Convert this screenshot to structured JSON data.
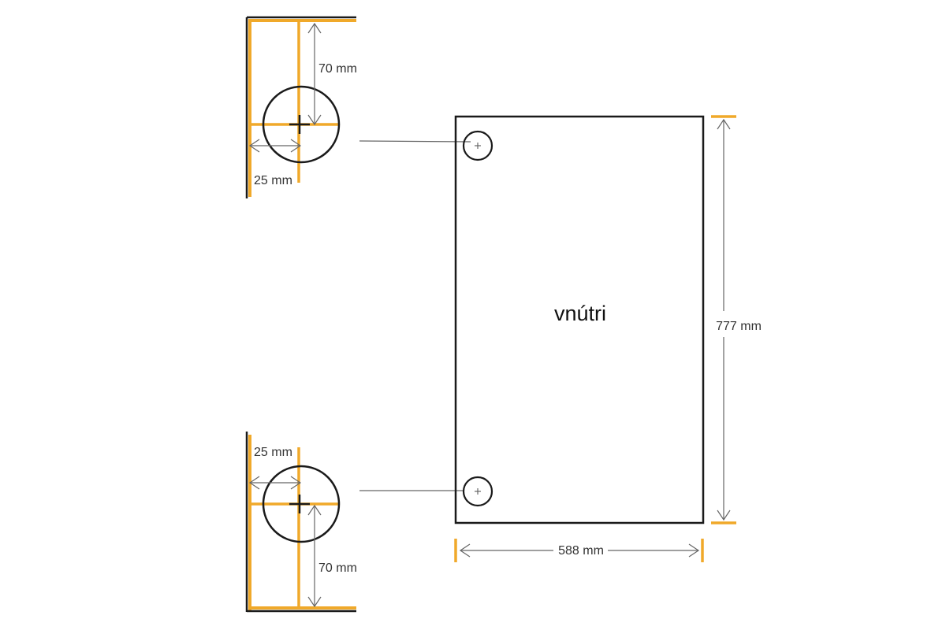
{
  "labels": {
    "panel": "vnútri",
    "top_vertical": "70 mm",
    "top_horizontal": "25 mm",
    "bottom_horizontal": "25 mm",
    "bottom_vertical": "70 mm",
    "height": "777 mm",
    "width": "588 mm"
  },
  "colors": {
    "accent": "#f0a92a",
    "line": "#1a1a1a",
    "dimension": "#666666",
    "background": "#ffffff"
  }
}
